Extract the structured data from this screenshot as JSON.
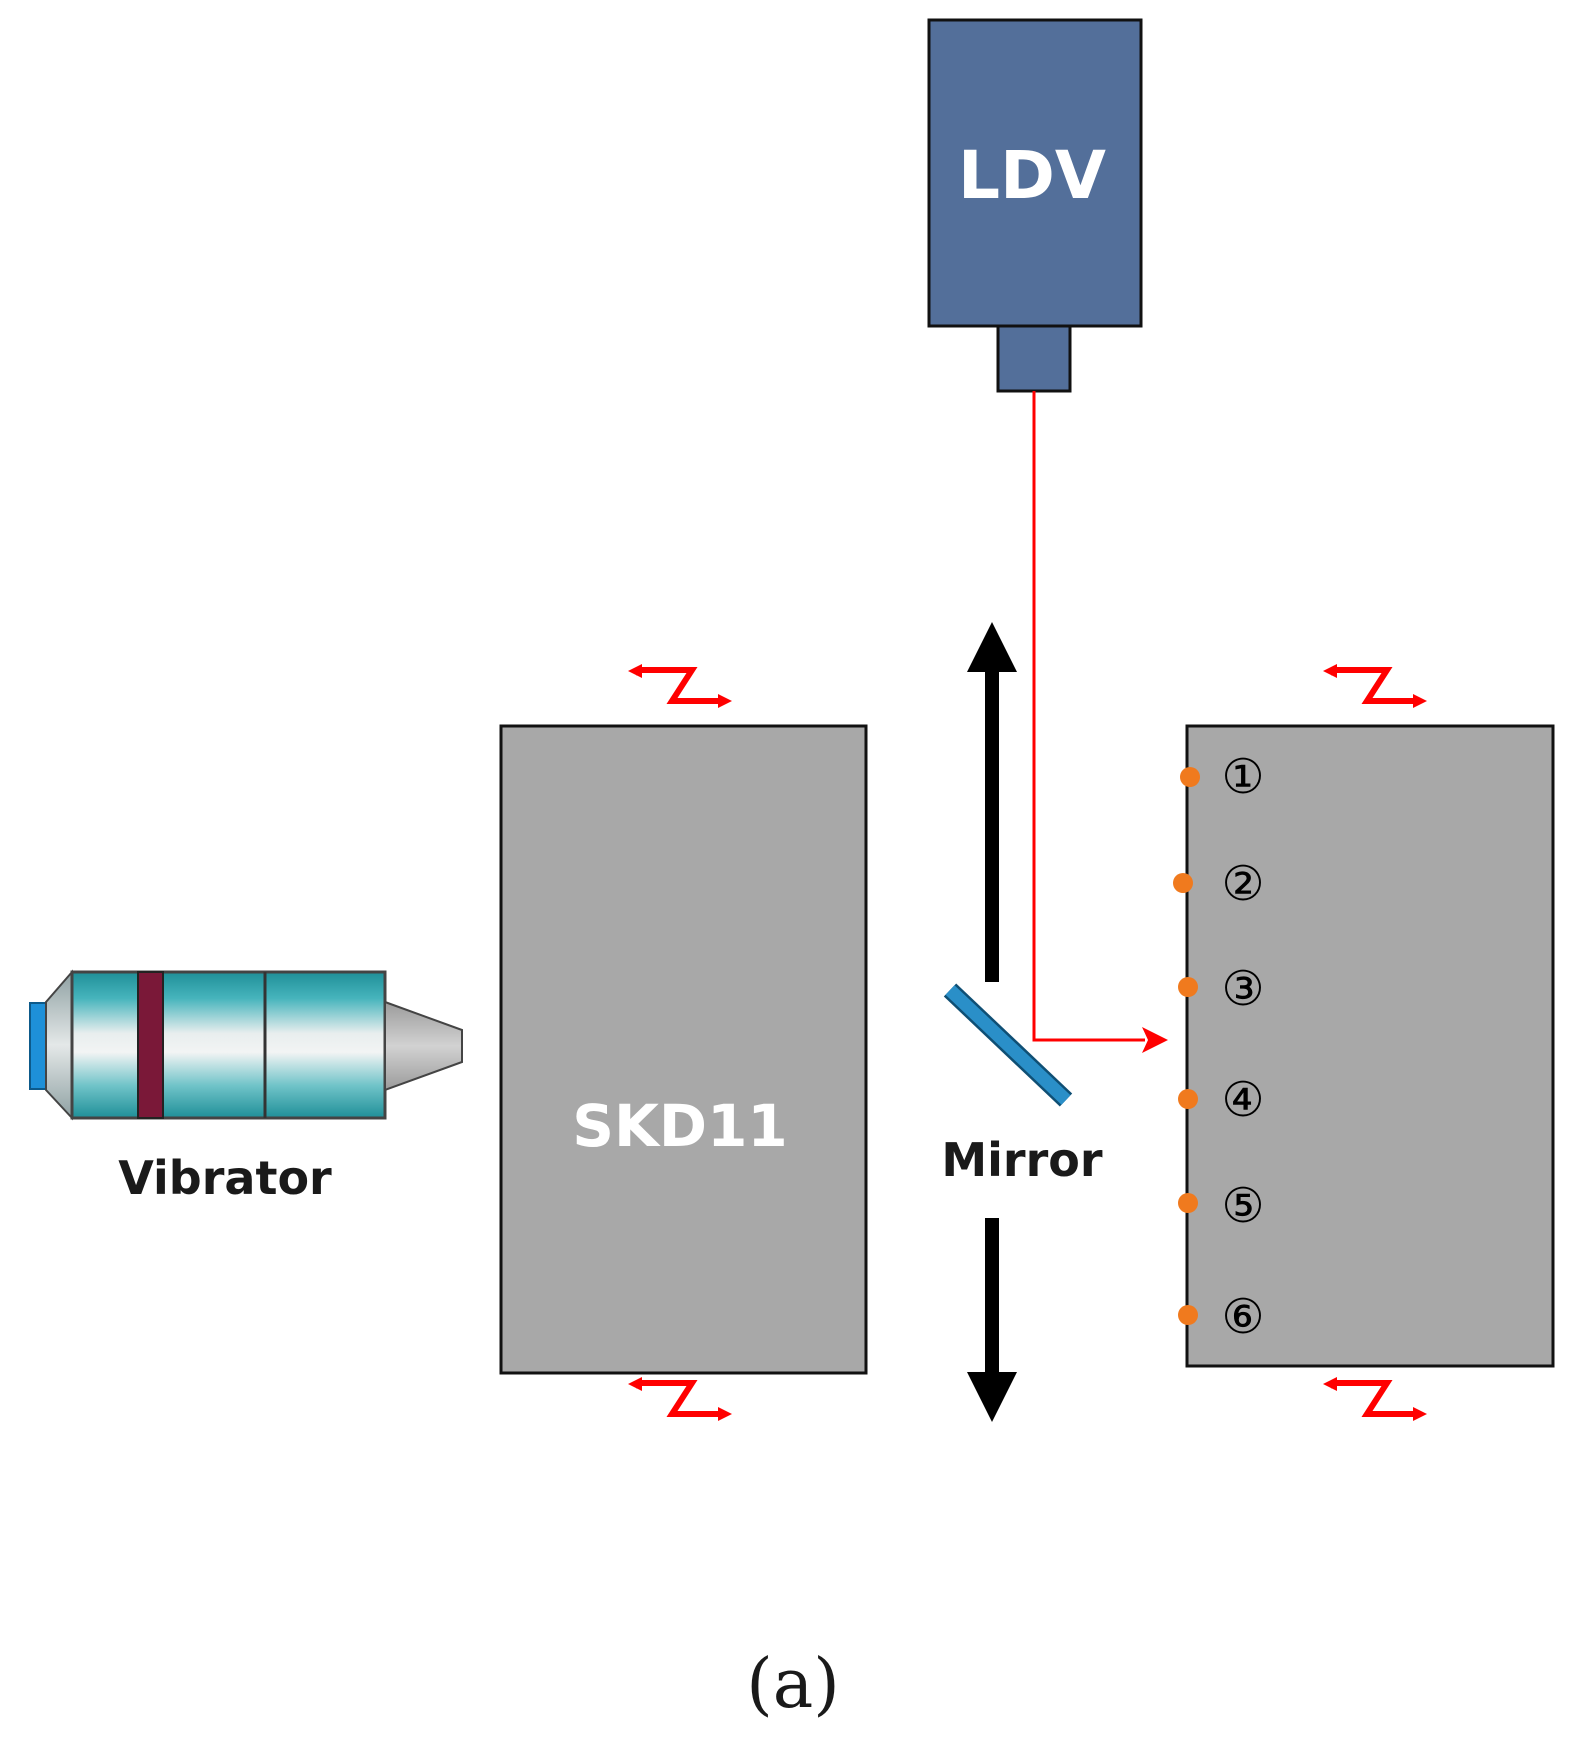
{
  "labels": {
    "ldv": "LDV",
    "specimen": "SKD11",
    "mirror": "Mirror",
    "vibrator": "Vibrator",
    "caption": "(a)"
  },
  "measurement_points": [
    {
      "number": "1",
      "glyph": "①"
    },
    {
      "number": "2",
      "glyph": "②"
    },
    {
      "number": "3",
      "glyph": "③"
    },
    {
      "number": "4",
      "glyph": "④"
    },
    {
      "number": "5",
      "glyph": "⑤"
    },
    {
      "number": "6",
      "glyph": "⑥"
    }
  ],
  "icons": {
    "laser_device": "ldv-device-icon",
    "vibrator": "vibrator-icon",
    "mirror": "mirror-icon",
    "motion": "double-arrow-icon",
    "fixture": "zigzag-clamp-icon"
  },
  "colors": {
    "ldv_fill": "#536f9a",
    "block_fill": "#a8a8a8",
    "laser": "#ff0000",
    "mirror": "#2a8fc8",
    "point_marker": "#f07a1e",
    "vibrator_teal": "#2aa7b0",
    "vibrator_band": "#7a1838",
    "vibrator_cap": "#1e90d8",
    "text_dark": "#1a1a1a",
    "text_light": "#ffffff"
  }
}
